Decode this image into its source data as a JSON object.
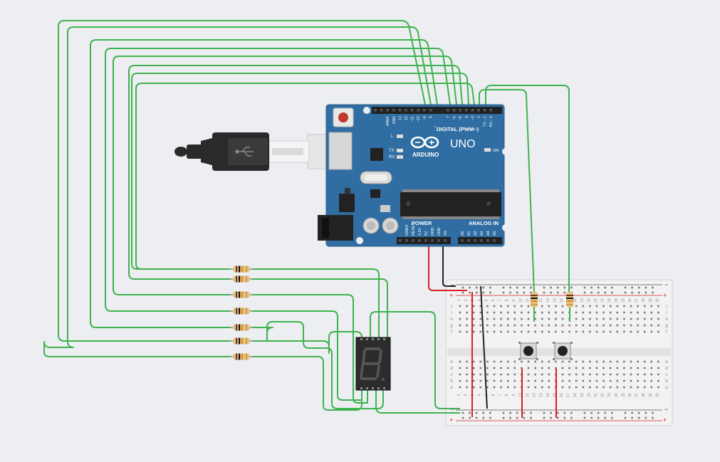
{
  "colors": {
    "background": "#eceef1",
    "wire": "#3fb34f",
    "power_wire": "#d92020",
    "ground_wire": "#222222",
    "board": "#2f6da2",
    "breadboard": "#f2f2f2"
  },
  "arduino": {
    "brand": "ARDUINO",
    "model": "UNO",
    "digital_label": "DIGITAL (PWM~)",
    "power_label": "POWER",
    "analog_label": "ANALOG IN",
    "on_label": "ON",
    "led_l": "L",
    "led_tx": "TX",
    "led_rx": "RX",
    "digital_pins": [
      "AREF",
      "GND",
      "13",
      "12",
      "~11",
      "~10",
      "~9",
      "8",
      "7",
      "~6",
      "~5",
      "4",
      "~3",
      "2",
      "TX→1",
      "RX←0"
    ],
    "power_pins": [
      "IOREF",
      "RESET",
      "3.3V",
      "5V",
      "GND",
      "GND",
      "Vin"
    ],
    "analog_pins": [
      "A0",
      "A1",
      "A2",
      "A3",
      "A4",
      "A5"
    ]
  },
  "breadboard": {
    "row_letters_top": [
      "j",
      "i",
      "h",
      "g",
      "f"
    ],
    "row_letters_bottom": [
      "e",
      "d",
      "c",
      "b",
      "a"
    ],
    "columns": [
      "1",
      "2",
      "3",
      "4",
      "5",
      "6",
      "7",
      "8",
      "9",
      "10",
      "11",
      "12",
      "13",
      "14",
      "15",
      "16",
      "17",
      "18",
      "19",
      "20",
      "21",
      "22",
      "23",
      "24",
      "25",
      "26",
      "27",
      "28",
      "29",
      "30"
    ],
    "plus": "+",
    "minus": "−"
  },
  "components": {
    "usb_cable": "usb-cable",
    "seven_segment": "seven-segment-display",
    "resistors": 7,
    "pullup_resistors": 2,
    "pushbuttons": 2
  }
}
